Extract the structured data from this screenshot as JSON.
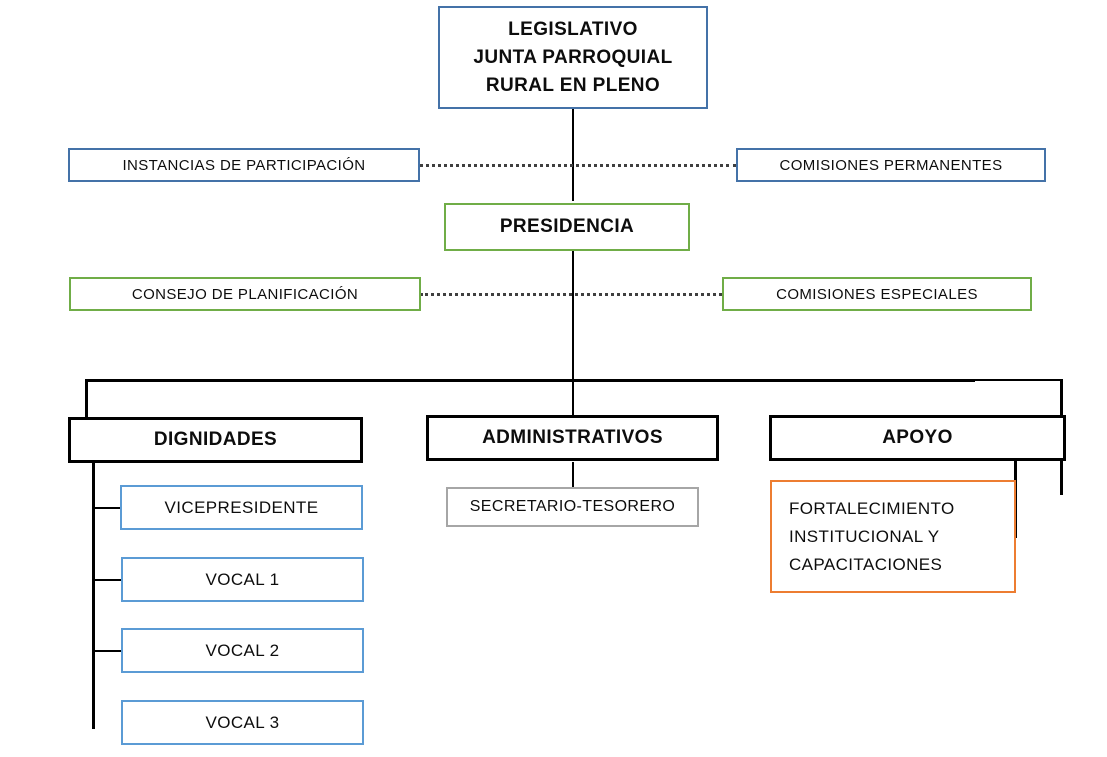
{
  "diagram": {
    "title": "Organigrama Junta Parroquial Rural",
    "type": "organizational-chart",
    "colors": {
      "blue_dark": "#4472a8",
      "blue_light": "#5b9bd5",
      "green": "#70ad47",
      "black": "#000000",
      "grey": "#a6a6a6",
      "orange": "#ed7d31",
      "text": "#0d0d0d",
      "background": "#ffffff"
    },
    "nodes": {
      "legislativo": {
        "label": "LEGISLATIVO\nJUNTA PARROQUIAL\nRURAL EN PLENO",
        "level": "legislative",
        "border_color": "#4472a8"
      },
      "instancias_participacion": {
        "label": "INSTANCIAS DE PARTICIPACIÓN",
        "level": "advisory",
        "border_color": "#4472a8"
      },
      "comisiones_permanentes": {
        "label": "COMISIONES PERMANENTES",
        "level": "advisory",
        "border_color": "#4472a8"
      },
      "presidencia": {
        "label": "PRESIDENCIA",
        "level": "executive",
        "border_color": "#70ad47"
      },
      "consejo_planificacion": {
        "label": "CONSEJO DE PLANIFICACIÓN",
        "level": "advisory",
        "border_color": "#70ad47"
      },
      "comisiones_especiales": {
        "label": "COMISIONES ESPECIALES",
        "level": "advisory",
        "border_color": "#70ad47"
      },
      "dignidades": {
        "label": "DIGNIDADES",
        "level": "branch",
        "border_color": "#000000"
      },
      "administrativos": {
        "label": "ADMINISTRATIVOS",
        "level": "branch",
        "border_color": "#000000"
      },
      "apoyo": {
        "label": "APOYO",
        "level": "branch",
        "border_color": "#000000"
      },
      "vicepresidente": {
        "label": "VICEPRESIDENTE",
        "level": "leaf",
        "border_color": "#5b9bd5"
      },
      "vocal_1": {
        "label": "VOCAL 1",
        "level": "leaf",
        "border_color": "#5b9bd5"
      },
      "vocal_2": {
        "label": "VOCAL 2",
        "level": "leaf",
        "border_color": "#5b9bd5"
      },
      "vocal_3": {
        "label": "VOCAL 3",
        "level": "leaf",
        "border_color": "#5b9bd5"
      },
      "secretario_tesorero": {
        "label": "SECRETARIO-TESORERO",
        "level": "leaf",
        "border_color": "#a6a6a6"
      },
      "fortalecimiento": {
        "label": "FORTALECIMIENTO\nINSTITUCIONAL   Y\nCAPACITACIONES",
        "level": "leaf",
        "border_color": "#ed7d31"
      }
    }
  }
}
